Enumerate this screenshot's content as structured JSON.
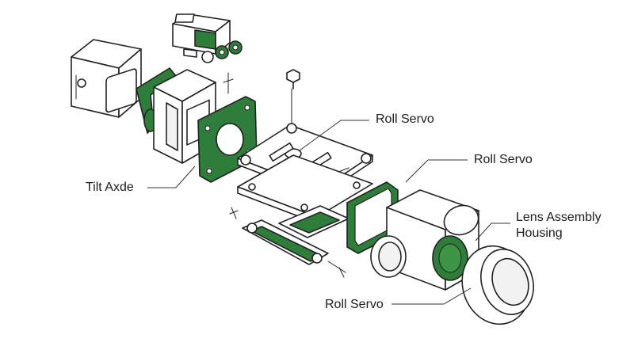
{
  "colors": {
    "accent_green": "#2f7d3a",
    "line": "#222222",
    "background": "#ffffff"
  },
  "labels": {
    "roll_servo_top": "Roll Servo",
    "roll_servo_right": "Roll Servo",
    "tilt_axle": "Tilt Axde",
    "lens_assembly_line1": "Lens Assembly",
    "lens_assembly_line2": "Housing",
    "roll_servo_bottom": "Roll Servo"
  }
}
